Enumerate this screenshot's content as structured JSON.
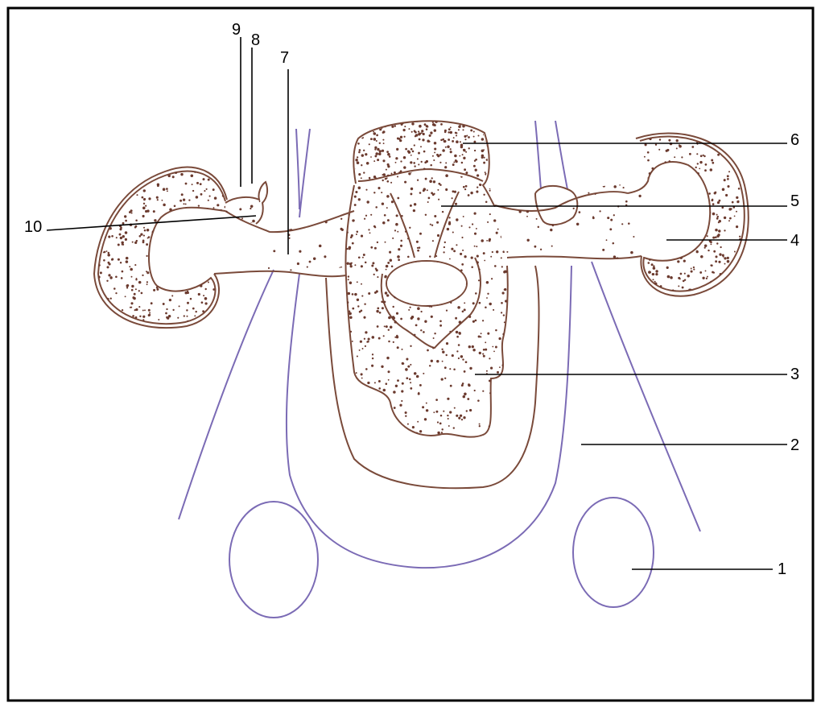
{
  "labels": {
    "l1": "1",
    "l2": "2",
    "l3": "3",
    "l4": "4",
    "l5": "5",
    "l6": "6",
    "l7": "7",
    "l8": "8",
    "l9": "9",
    "l10": "10"
  },
  "colors": {
    "tissue_outline": "#7a4a3a",
    "tissue_dots": "#6b3a2e",
    "vessel_outline": "#7b6bb5",
    "frame": "#000000",
    "leader_line": "#000000"
  }
}
